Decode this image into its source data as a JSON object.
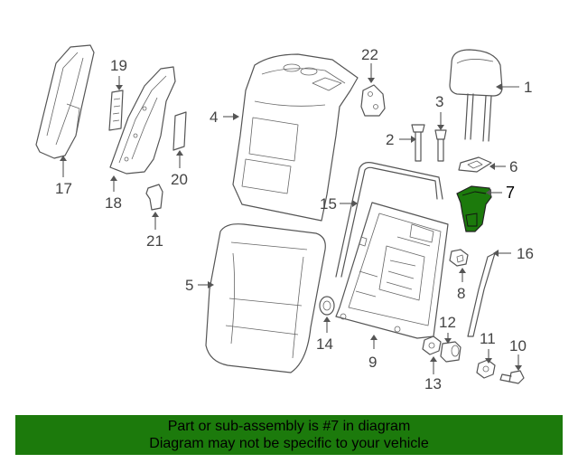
{
  "callouts": {
    "c1": "1",
    "c2": "2",
    "c3": "3",
    "c4": "4",
    "c5": "5",
    "c6": "6",
    "c7": "7",
    "c8": "8",
    "c9": "9",
    "c10": "10",
    "c11": "11",
    "c12": "12",
    "c13": "13",
    "c14": "14",
    "c15": "15",
    "c16": "16",
    "c17": "17",
    "c18": "18",
    "c19": "19",
    "c20": "20",
    "c21": "21",
    "c22": "22"
  },
  "highlight": {
    "part_number": "7",
    "color": "#1c7a0c"
  },
  "banner": {
    "line1": "Part or sub-assembly is #7 in diagram",
    "line2": "Diagram may not be specific to your vehicle",
    "background": "#1c7a0c"
  }
}
